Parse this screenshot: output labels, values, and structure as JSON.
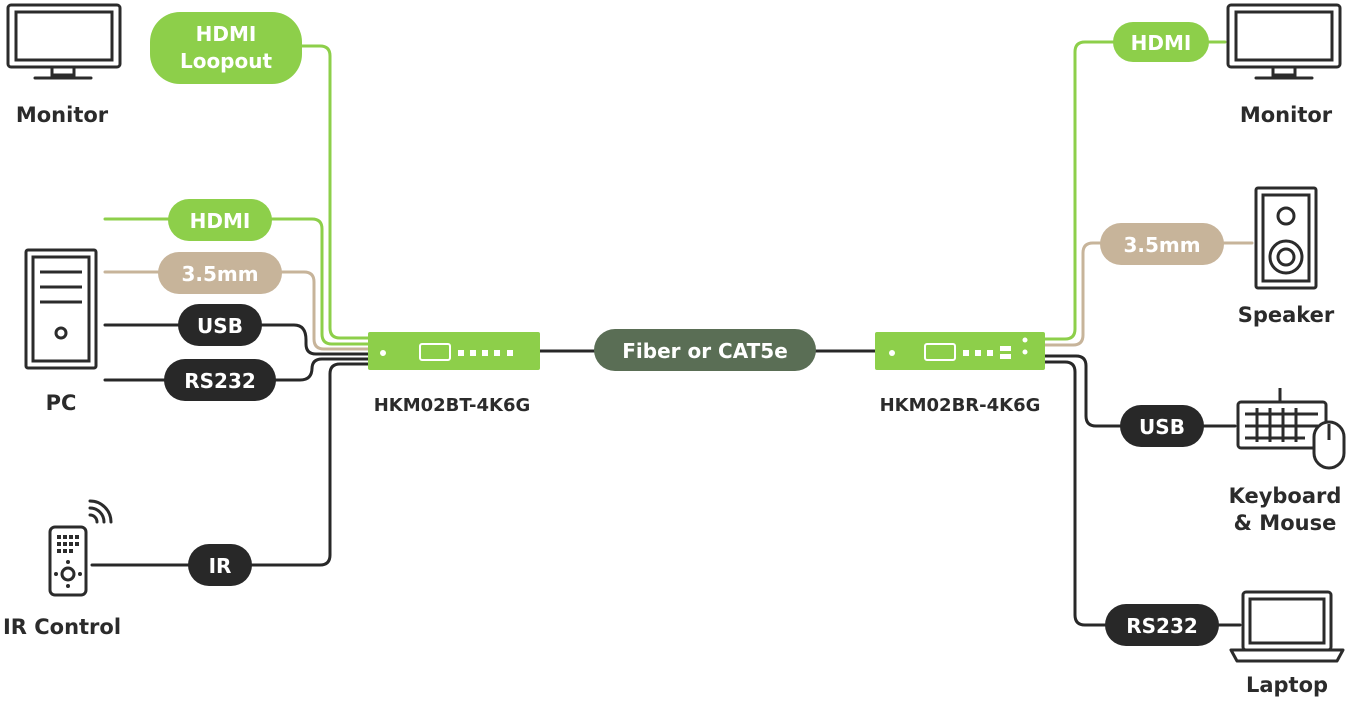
{
  "colors": {
    "green": "#8dcf4a",
    "tan": "#c7b49a",
    "dark": "#282828",
    "fiber": "#5a6e55",
    "ink": "#2b2b2b"
  },
  "devices": {
    "monitor_left": {
      "label": "Monitor",
      "icon": "monitor-icon"
    },
    "pc": {
      "label": "PC",
      "icon": "pc-tower-icon"
    },
    "ir_control": {
      "label": "IR Control",
      "icon": "ir-remote-icon"
    },
    "monitor_right": {
      "label": "Monitor",
      "icon": "monitor-icon"
    },
    "speaker": {
      "label": "Speaker",
      "icon": "speaker-icon"
    },
    "keyboard_mouse": {
      "label_line1": "Keyboard",
      "label_line2": "& Mouse",
      "icon": "keyboard-mouse-icon"
    },
    "laptop": {
      "label": "Laptop",
      "icon": "laptop-icon"
    }
  },
  "units": {
    "transmitter": "HKM02BT-4K6G",
    "receiver": "HKM02BR-4K6G"
  },
  "connections": {
    "hdmi_loopout_line1": "HDMI",
    "hdmi_loopout_line2": "Loopout",
    "hdmi_in": "HDMI",
    "audio_in": "3.5mm",
    "usb_in": "USB",
    "rs232_in": "RS232",
    "ir": "IR",
    "link": "Fiber or CAT5e",
    "hdmi_out": "HDMI",
    "audio_out": "3.5mm",
    "usb_out": "USB",
    "rs232_out": "RS232"
  }
}
